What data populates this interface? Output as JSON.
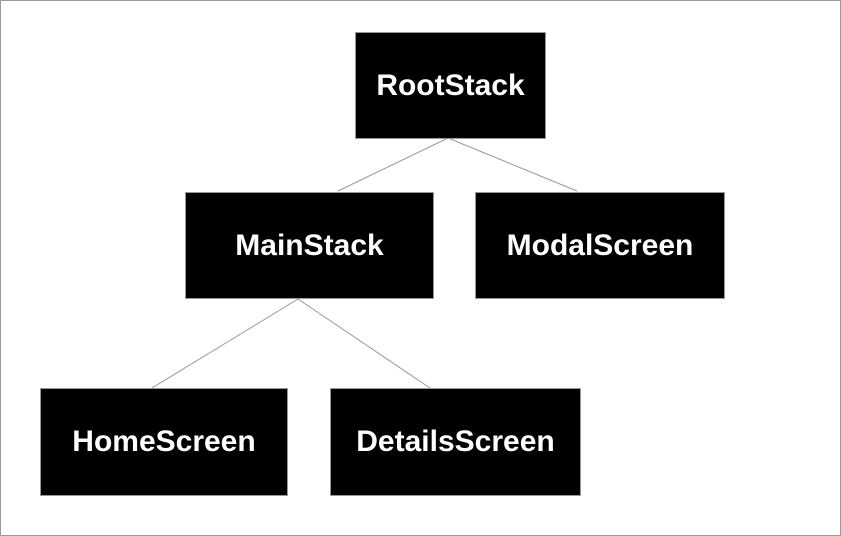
{
  "diagram": {
    "type": "tree",
    "nodes": [
      {
        "id": "root",
        "label": "RootStack"
      },
      {
        "id": "main",
        "label": "MainStack"
      },
      {
        "id": "modal",
        "label": "ModalScreen"
      },
      {
        "id": "home",
        "label": "HomeScreen"
      },
      {
        "id": "details",
        "label": "DetailsScreen"
      }
    ],
    "edges": [
      {
        "from": "RootStack",
        "to": "MainStack"
      },
      {
        "from": "RootStack",
        "to": "ModalScreen"
      },
      {
        "from": "MainStack",
        "to": "HomeScreen"
      },
      {
        "from": "MainStack",
        "to": "DetailsScreen"
      }
    ],
    "colors": {
      "node_fill": "#000000",
      "node_text": "#ffffff",
      "node_border": "#999999",
      "edge_line": "#999999",
      "background": "#ffffff",
      "frame_border": "#9a9a9a"
    }
  }
}
